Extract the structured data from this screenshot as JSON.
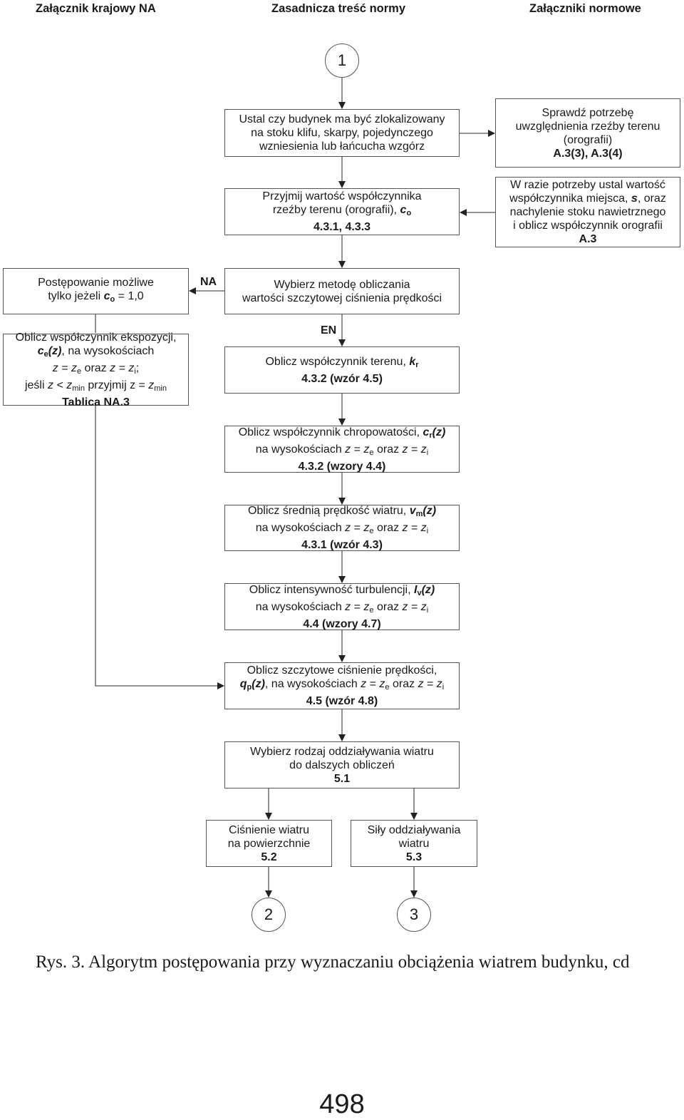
{
  "headers": {
    "left": "Załącznik krajowy NA",
    "center": "Zasadnicza treść normy",
    "right": "Załączniki normowe"
  },
  "connectors": {
    "na": "NA",
    "en": "EN"
  },
  "circles": {
    "start": "1",
    "end_left": "2",
    "end_right": "3"
  },
  "boxes": {
    "locate": {
      "l1": "Ustal czy budynek ma być zlokalizowany",
      "l2": "na stoku klifu, skarpy, pojedynczego",
      "l3": "wzniesienia lub łańcucha wzgórz"
    },
    "check_orography": {
      "l1": "Sprawdź potrzebę",
      "l2": "uwzględnienia rzeźby terenu",
      "l3": "(orografii)",
      "ref": "A.3(3), A.3(4)"
    },
    "orography_coef": {
      "l1": "Przyjmij wartość współczynnika",
      "l2": "rzeźby terenu (orografii), ",
      "sym": "c",
      "sub": "o",
      "ref": "4.3.1, 4.3.3"
    },
    "site_coef": {
      "l1": "W razie potrzeby ustal wartość",
      "l2a": "współczynnika miejsca, ",
      "l2s": "s",
      "l2b": ", oraz",
      "l3": "nachylenie stoku nawietrznego",
      "l4": "i oblicz współczynnik orografii",
      "ref": "A.3"
    },
    "possible_only": {
      "l1": "Postępowanie możliwe",
      "l2a": "tylko jeżeli ",
      "sym": "c",
      "sub": "o",
      "l2b": " = 1,0"
    },
    "choose_method": {
      "l1": "Wybierz metodę obliczania",
      "l2": "wartości szczytowej ciśnienia prędkości"
    },
    "exposure": {
      "l1": "Oblicz współczynnik ekspozycji,",
      "sym": "c",
      "sub": "e",
      "arg": "(z)",
      "l2b": ", na wysokościach",
      "l3": "z = z",
      "l3sub": "e",
      "l3b": " oraz ",
      "l3c": "z = z",
      "l3csub": "i",
      "l3d": ";",
      "l4a": "jeśli ",
      "l4b": "z < z",
      "l4sub": "min",
      "l4c": " przyjmij z = ",
      "l4d": "z",
      "l4dsub": "min",
      "ref": "Tablica NA.3"
    },
    "terrain": {
      "l1": "Oblicz współczynnik terenu, ",
      "sym": "k",
      "sub": "r",
      "ref": "4.3.2 (wzór 4.5)"
    },
    "roughness": {
      "l1": "Oblicz współczynnik chropowatości, ",
      "sym": "c",
      "sub": "r",
      "arg": "(z)",
      "l2": "na wysokościach ",
      "ref": "4.3.2 (wzory 4.4)"
    },
    "mean_wind": {
      "l1": "Oblicz średnią prędkość wiatru, ",
      "sym": "v",
      "sub": "m",
      "arg": "(z)",
      "l2": "na wysokościach ",
      "ref": "4.3.1 (wzór 4.3)"
    },
    "turbulence": {
      "l1": "Oblicz intensywność turbulencji, ",
      "sym": "I",
      "sub": "v",
      "arg": "(z)",
      "l2": "na wysokościach ",
      "ref": "4.4 (wzory 4.7)"
    },
    "peak_pressure": {
      "l1": "Oblicz szczytowe ciśnienie prędkości,",
      "sym": "q",
      "sub": "p",
      "arg": "(z)",
      "l2b": ", na wysokościach ",
      "ref": "4.5 (wzór 4.8)"
    },
    "action_type": {
      "l1": "Wybierz rodzaj oddziaływania wiatru",
      "l2": "do dalszych obliczeń",
      "ref": "5.1"
    },
    "surface_pressure": {
      "l1": "Ciśnienie wiatru",
      "l2": "na powierzchnie",
      "ref": "5.2"
    },
    "wind_forces": {
      "l1": "Siły oddziaływania",
      "l2": "wiatru",
      "ref": "5.3"
    }
  },
  "heights": {
    "z": "z",
    "eq": " = ",
    "ze_sub": "e",
    "and": " oraz ",
    "zi_sub": "i"
  },
  "caption": "Rys. 3. Algorytm postępowania przy wyznaczaniu obciążenia wiatrem budynku, cd",
  "page_number": "498"
}
